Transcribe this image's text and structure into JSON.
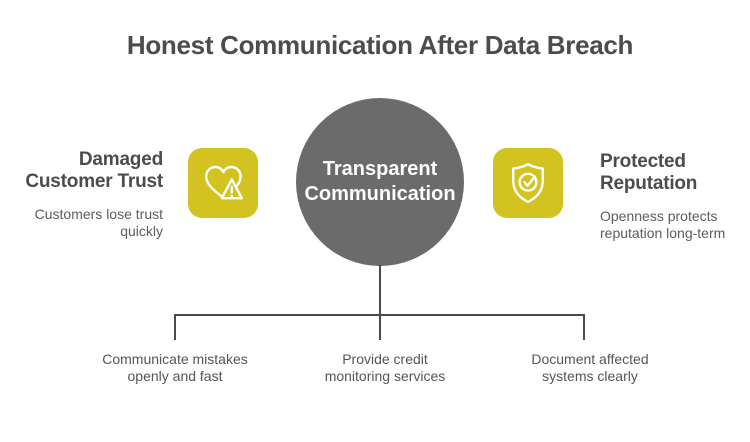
{
  "title": "Honest Communication After Data Breach",
  "center_node": {
    "label": "Transparent Communication"
  },
  "left_item": {
    "heading": "Damaged Customer Trust",
    "description": "Customers lose trust quickly",
    "icon": "heart-warning-icon"
  },
  "right_item": {
    "heading": "Protected Reputation",
    "description": "Openness protects reputation long-term",
    "icon": "shield-check-icon"
  },
  "branches": [
    {
      "label": "Communicate mistakes openly and fast"
    },
    {
      "label": "Provide credit monitoring services"
    },
    {
      "label": "Document affected systems clearly"
    }
  ],
  "colors": {
    "accent_yellow": "#d3c321",
    "node_gray": "#6b6b6b",
    "line_gray": "#4a4a4a",
    "heading_gray": "#4c4c4c",
    "body_gray": "#5c5c5c"
  }
}
